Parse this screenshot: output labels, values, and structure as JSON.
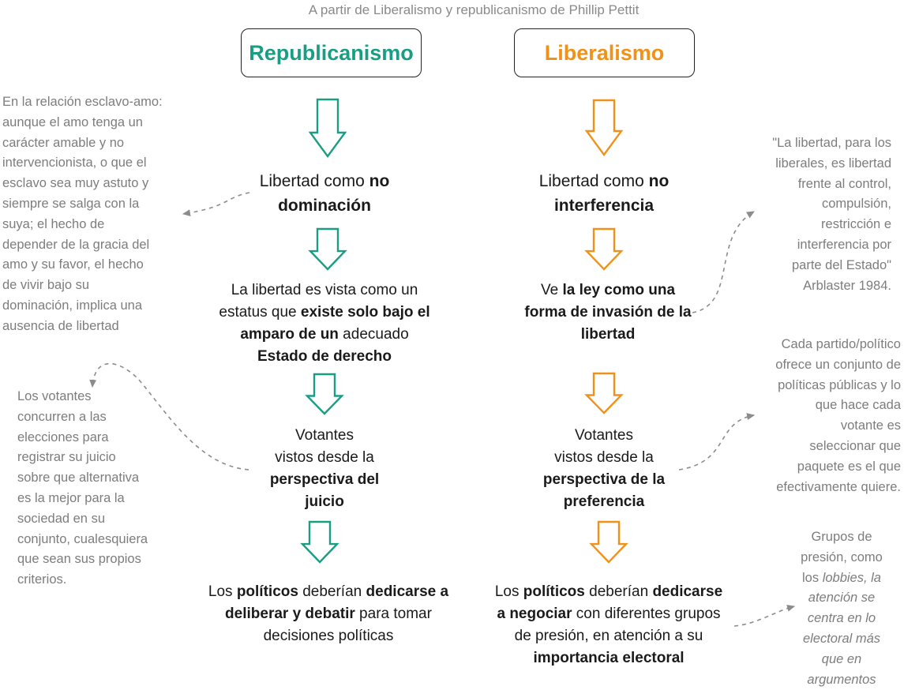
{
  "subtitle": "A partir de Liberalismo y republicanismo de Phillip Pettit",
  "colors": {
    "republicanismo": "#1a9e83",
    "liberalismo": "#f0921a",
    "annotation": "#7d7d7d",
    "connector": "#8c8c8c"
  },
  "republicanismo": {
    "title": "Republicanismo",
    "steps": [
      {
        "parts": [
          {
            "t": "Libertad como "
          },
          {
            "t": "no",
            "b": true
          },
          {
            "br": true
          },
          {
            "t": "dominación",
            "b": true
          }
        ]
      },
      {
        "parts": [
          {
            "t": "La libertad es vista como un"
          },
          {
            "br": true
          },
          {
            "t": "estatus que "
          },
          {
            "t": "existe solo bajo el",
            "b": true
          },
          {
            "br": true
          },
          {
            "t": "amparo de un",
            "b": true
          },
          {
            "t": " adecuado"
          },
          {
            "br": true
          },
          {
            "t": "Estado de derecho",
            "b": true
          }
        ]
      },
      {
        "parts": [
          {
            "t": "Votantes"
          },
          {
            "br": true
          },
          {
            "t": "vistos desde la"
          },
          {
            "br": true
          },
          {
            "t": "perspectiva del",
            "b": true
          },
          {
            "br": true
          },
          {
            "t": "juicio",
            "b": true
          }
        ]
      },
      {
        "parts": [
          {
            "t": "Los "
          },
          {
            "t": "políticos",
            "b": true
          },
          {
            "t": " deberían "
          },
          {
            "t": "dedicarse a",
            "b": true
          },
          {
            "br": true
          },
          {
            "t": "deliberar y debatir",
            "b": true
          },
          {
            "t": " para tomar"
          },
          {
            "br": true
          },
          {
            "t": "decisiones políticas"
          }
        ]
      }
    ]
  },
  "liberalismo": {
    "title": "Liberalismo",
    "steps": [
      {
        "parts": [
          {
            "t": "Libertad como "
          },
          {
            "t": "no",
            "b": true
          },
          {
            "br": true
          },
          {
            "t": "interferencia",
            "b": true
          }
        ]
      },
      {
        "parts": [
          {
            "t": "Ve "
          },
          {
            "t": "la ley como una",
            "b": true
          },
          {
            "br": true
          },
          {
            "t": "forma de invasión de la",
            "b": true
          },
          {
            "br": true
          },
          {
            "t": "libertad",
            "b": true
          }
        ]
      },
      {
        "parts": [
          {
            "t": "Votantes"
          },
          {
            "br": true
          },
          {
            "t": "vistos desde la"
          },
          {
            "br": true
          },
          {
            "t": "perspectiva de la",
            "b": true
          },
          {
            "br": true
          },
          {
            "t": "preferencia",
            "b": true
          }
        ]
      },
      {
        "parts": [
          {
            "t": "Los "
          },
          {
            "t": "políticos",
            "b": true
          },
          {
            "t": " deberían "
          },
          {
            "t": "dedicarse",
            "b": true
          },
          {
            "br": true
          },
          {
            "t": "a negociar",
            "b": true
          },
          {
            "t": " con diferentes grupos"
          },
          {
            "br": true
          },
          {
            "t": "de presión, en atención a su"
          },
          {
            "br": true
          },
          {
            "t": "importancia electoral",
            "b": true
          }
        ]
      }
    ]
  },
  "notes": {
    "esclavo_amo": {
      "parts": [
        {
          "t": "En la relación esclavo-amo:"
        },
        {
          "br": true
        },
        {
          "t": "aunque el amo tenga un"
        },
        {
          "br": true
        },
        {
          "t": "carácter amable y no"
        },
        {
          "br": true
        },
        {
          "t": "intervencionista, o que el"
        },
        {
          "br": true
        },
        {
          "t": "esclavo sea muy astuto y"
        },
        {
          "br": true
        },
        {
          "t": "siempre se salga con la"
        },
        {
          "br": true
        },
        {
          "t": "suya; el hecho de"
        },
        {
          "br": true
        },
        {
          "t": "depender de la gracia del"
        },
        {
          "br": true
        },
        {
          "t": "amo y su favor, el hecho"
        },
        {
          "br": true
        },
        {
          "t": "de vivir bajo su"
        },
        {
          "br": true
        },
        {
          "t": "dominación, implica una"
        },
        {
          "br": true
        },
        {
          "t": "ausencia de libertad"
        }
      ]
    },
    "votantes_juicio": {
      "parts": [
        {
          "t": "Los votantes"
        },
        {
          "br": true
        },
        {
          "t": "concurren a las"
        },
        {
          "br": true
        },
        {
          "t": "elecciones para"
        },
        {
          "br": true
        },
        {
          "t": "registrar su juicio"
        },
        {
          "br": true
        },
        {
          "t": "sobre que alternativa"
        },
        {
          "br": true
        },
        {
          "t": "es la mejor para la"
        },
        {
          "br": true
        },
        {
          "t": "sociedad en su"
        },
        {
          "br": true
        },
        {
          "t": "conjunto, cualesquiera"
        },
        {
          "br": true
        },
        {
          "t": "que sean sus propios"
        },
        {
          "br": true
        },
        {
          "t": "criterios."
        }
      ]
    },
    "arblaster": {
      "parts": [
        {
          "t": "\"La libertad, para los"
        },
        {
          "br": true
        },
        {
          "t": "liberales, es libertad"
        },
        {
          "br": true
        },
        {
          "t": "frente al control,"
        },
        {
          "br": true
        },
        {
          "t": "compulsión,"
        },
        {
          "br": true
        },
        {
          "t": "restricción e"
        },
        {
          "br": true
        },
        {
          "t": "interferencia por"
        },
        {
          "br": true
        },
        {
          "t": "parte del Estado\""
        },
        {
          "br": true
        },
        {
          "t": "Arblaster 1984."
        }
      ]
    },
    "partido": {
      "parts": [
        {
          "t": "Cada partido/político"
        },
        {
          "br": true
        },
        {
          "t": "ofrece un conjunto de"
        },
        {
          "br": true
        },
        {
          "t": "políticas públicas y lo"
        },
        {
          "br": true
        },
        {
          "t": "que hace cada"
        },
        {
          "br": true
        },
        {
          "t": "votante es"
        },
        {
          "br": true
        },
        {
          "t": "seleccionar que"
        },
        {
          "br": true
        },
        {
          "t": "paquete es el que"
        },
        {
          "br": true
        },
        {
          "t": "efectivamente quiere."
        }
      ]
    },
    "grupos": {
      "parts": [
        {
          "t": "Grupos de"
        },
        {
          "br": true
        },
        {
          "t": "presión, como"
        },
        {
          "br": true
        },
        {
          "t": "los "
        },
        {
          "t": "lobbies, la",
          "i": true
        },
        {
          "br": true
        },
        {
          "t": "atención se",
          "i": true
        },
        {
          "br": true
        },
        {
          "t": "centra en lo",
          "i": true
        },
        {
          "br": true
        },
        {
          "t": "electoral más",
          "i": true
        },
        {
          "br": true
        },
        {
          "t": "que en",
          "i": true
        },
        {
          "br": true
        },
        {
          "t": "argumentos",
          "i": true
        }
      ]
    }
  }
}
